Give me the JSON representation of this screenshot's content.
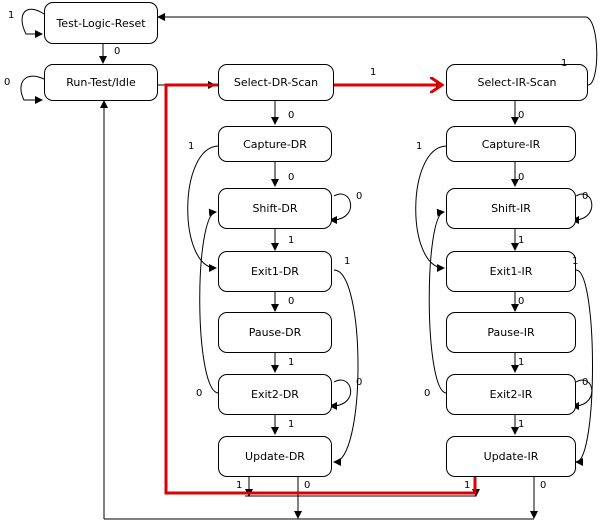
{
  "diagram": {
    "states": {
      "test_logic_reset": "Test-Logic-Reset",
      "run_test_idle": "Run-Test/Idle",
      "select_dr_scan": "Select-DR-Scan",
      "capture_dr": "Capture-DR",
      "shift_dr": "Shift-DR",
      "exit1_dr": "Exit1-DR",
      "pause_dr": "Pause-DR",
      "exit2_dr": "Exit2-DR",
      "update_dr": "Update-DR",
      "select_ir_scan": "Select-IR-Scan",
      "capture_ir": "Capture-IR",
      "shift_ir": "Shift-IR",
      "exit1_ir": "Exit1-IR",
      "pause_ir": "Pause-IR",
      "exit2_ir": "Exit2-IR",
      "update_ir": "Update-IR"
    },
    "edge_values": {
      "one": "1",
      "zero": "0"
    },
    "colors": {
      "line": "#000000",
      "highlight": "#dd0000"
    }
  }
}
